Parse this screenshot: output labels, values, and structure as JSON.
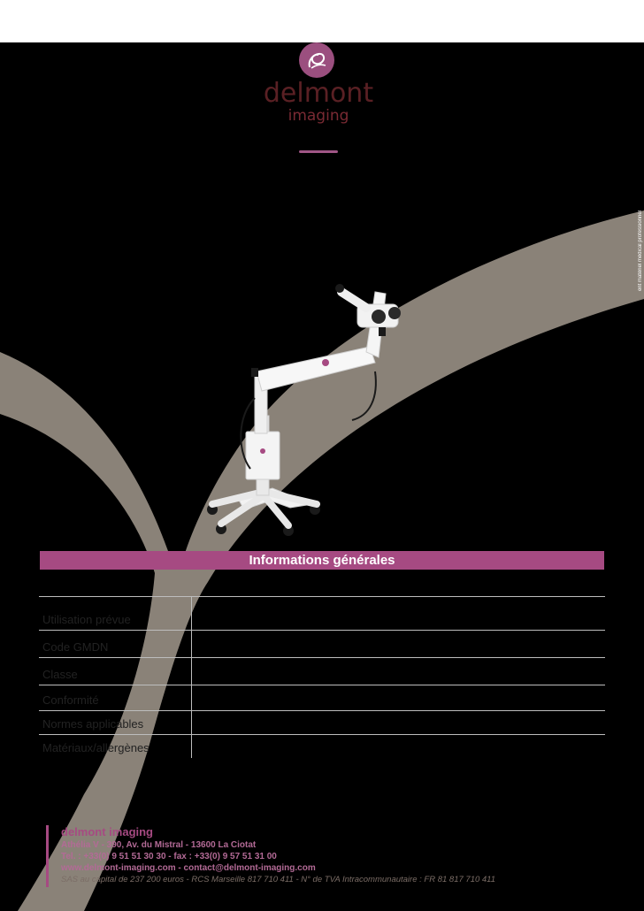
{
  "brand": {
    "logo_word": "delmont",
    "logo_sub": "imaging"
  },
  "side_note": "ent matériel médical\nprofessionnel",
  "section": {
    "title": "Informations générales"
  },
  "table_rows": [
    {
      "label": "Utilisation prévue"
    },
    {
      "label": "Code GMDN"
    },
    {
      "label": "Classe"
    },
    {
      "label": "Conformité"
    },
    {
      "label": "Normes applicables"
    },
    {
      "label": "Matériaux/allergènes"
    }
  ],
  "footer": {
    "company": "delmont imaging",
    "address": "Athélia V - 390, Av. du Mistral - 13600 La Ciotat",
    "phone": "Tel. : +33(0) 9 51 51 30 30 - fax : +33(0) 9 57 51 31 00",
    "web": "www.delmont-imaging.com - contact@delmont-imaging.com",
    "legal": "SAS au capital de 237 200 euros - RCS Marseille 817 710 411 - N° de TVA Intracommunautaire : FR 81 817 710 411"
  },
  "colors": {
    "accent": "#a64a82",
    "swoosh": "#8a8278",
    "logo_text": "#5a2024"
  }
}
